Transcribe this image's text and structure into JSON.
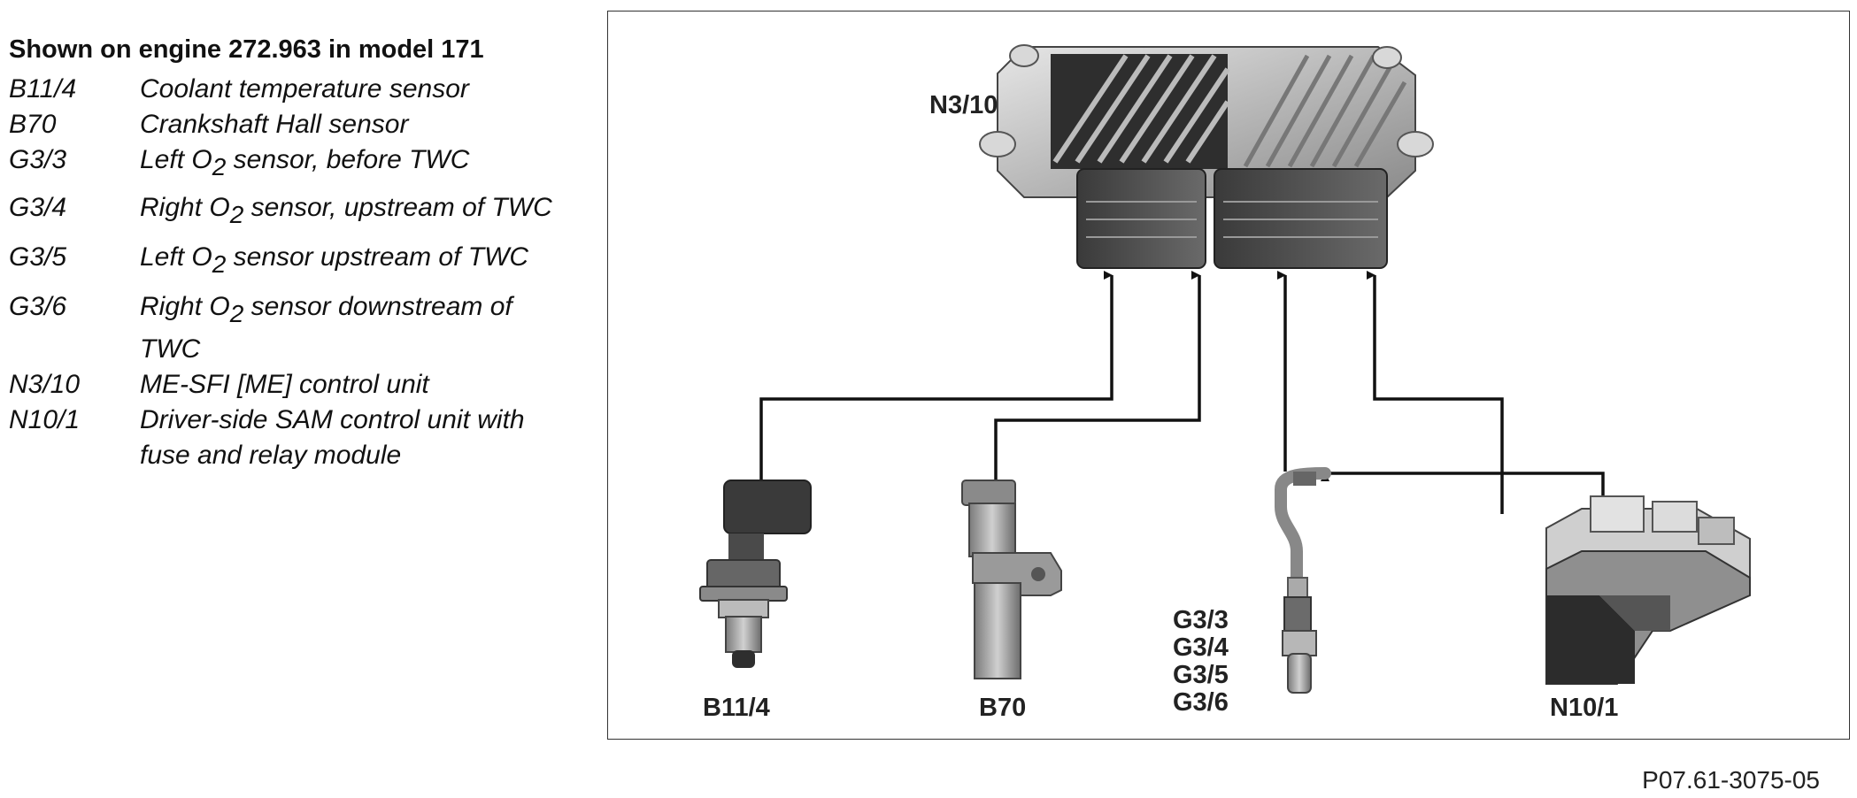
{
  "legend": {
    "title": "Shown on engine 272.963 in model 171",
    "items": [
      {
        "code": "B11/4",
        "desc": "Coolant temperature sensor"
      },
      {
        "code": "B70",
        "desc": "Crankshaft Hall sensor"
      },
      {
        "code": "G3/3",
        "desc_pre": "Left O",
        "sub": "2",
        "desc_post": " sensor, before TWC"
      },
      {
        "code": "G3/4",
        "desc_pre": "Right O",
        "sub": "2",
        "desc_post": " sensor, upstream of TWC"
      },
      {
        "code": "G3/5",
        "desc_pre": "Left O",
        "sub": "2",
        "desc_post": " sensor upstream of TWC"
      },
      {
        "code": "G3/6",
        "desc_pre": "Right O",
        "sub": "2",
        "desc_post": " sensor downstream of",
        "desc_line2": "TWC"
      },
      {
        "code": "N3/10",
        "desc": "ME-SFI [ME] control unit"
      },
      {
        "code": "N10/1",
        "desc": "Driver-side SAM control unit with",
        "desc_line2": "fuse and relay module"
      }
    ]
  },
  "diagram": {
    "labels": {
      "ecu": "N3/10",
      "coolant": "B11/4",
      "crank": "B70",
      "o2_1": "G3/3",
      "o2_2": "G3/4",
      "o2_3": "G3/5",
      "o2_4": "G3/6",
      "sam": "N10/1"
    }
  },
  "reference": "P07.61-3075-05"
}
